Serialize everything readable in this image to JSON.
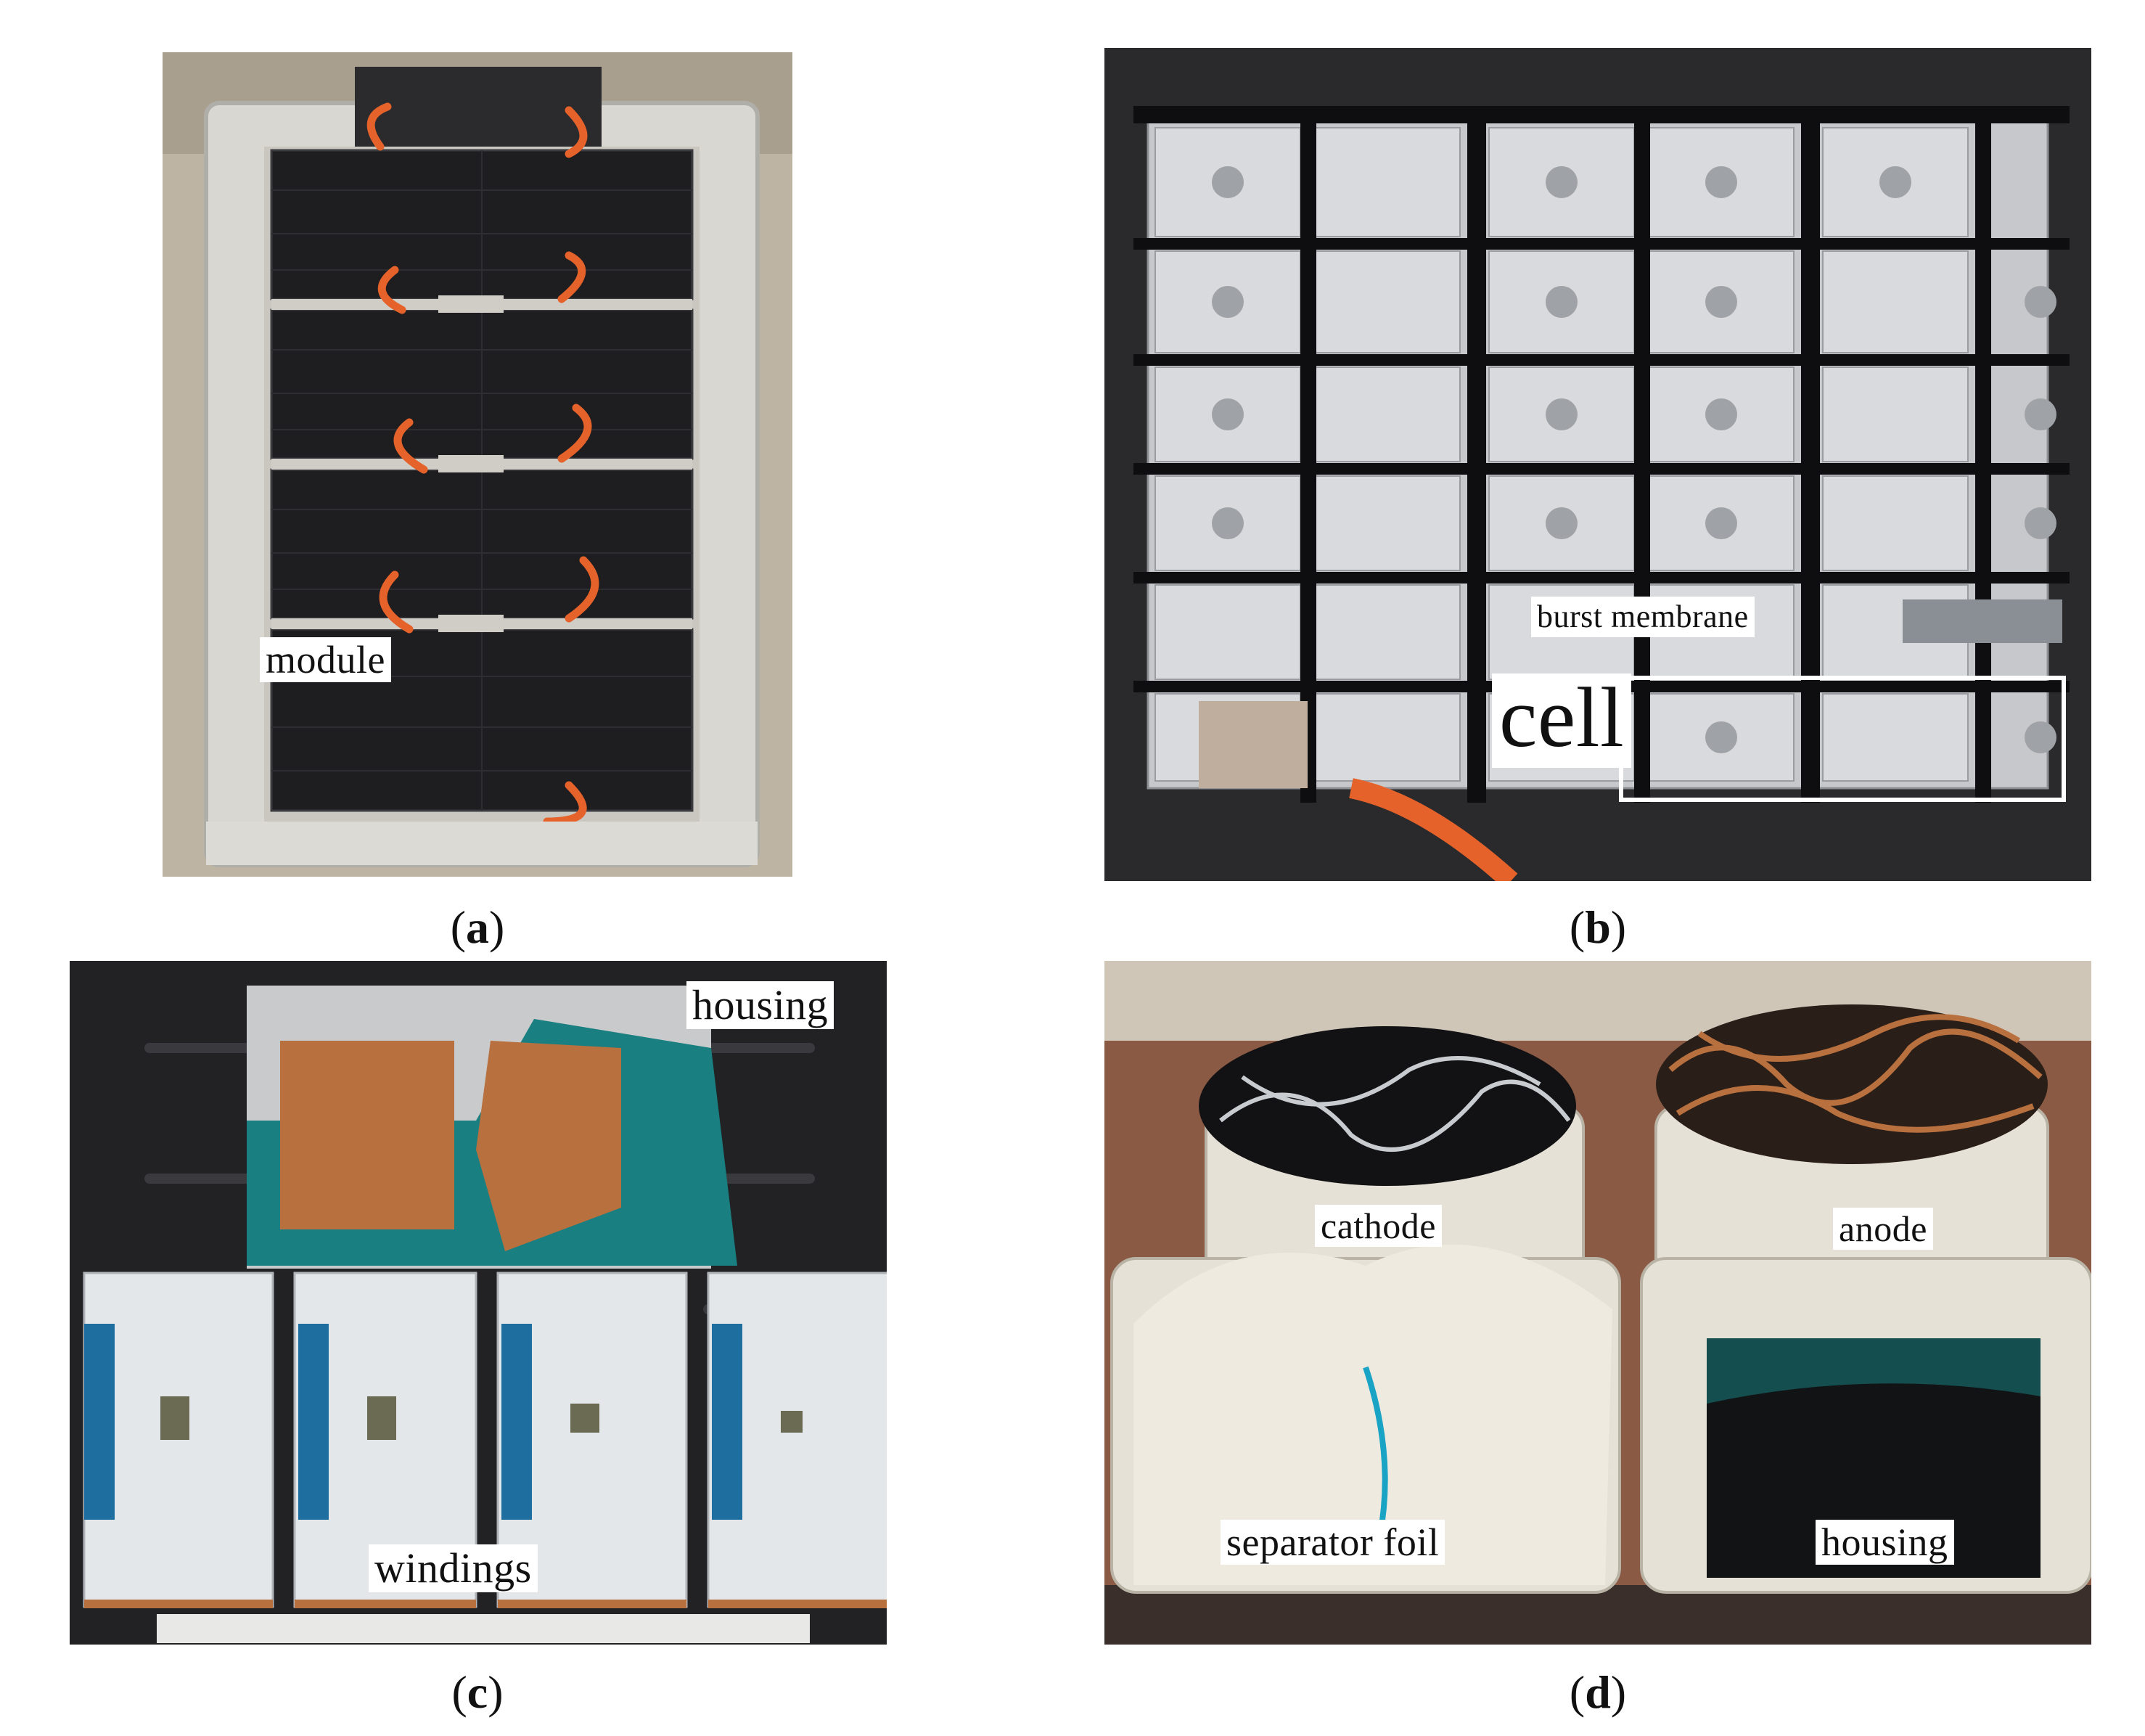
{
  "panels": {
    "a": {
      "caption": "a",
      "labels": {
        "module": "module"
      }
    },
    "b": {
      "caption": "b",
      "labels": {
        "burst_membrane": "burst membrane",
        "cell": "cell"
      }
    },
    "c": {
      "caption": "c",
      "labels": {
        "housing": "housing",
        "windings": "windings"
      }
    },
    "d": {
      "caption": "d",
      "labels": {
        "cathode": "cathode",
        "anode": "anode",
        "separator_foil": "separator foil",
        "housing": "housing"
      }
    }
  },
  "colors": {
    "cable_orange": "#e5622a",
    "module_black": "#1c1c1e",
    "tray_aluminium": "#cfcfcb",
    "copper": "#b8703f",
    "teal_foil": "#1a7f80",
    "tape_blue": "#1e6fa0"
  }
}
